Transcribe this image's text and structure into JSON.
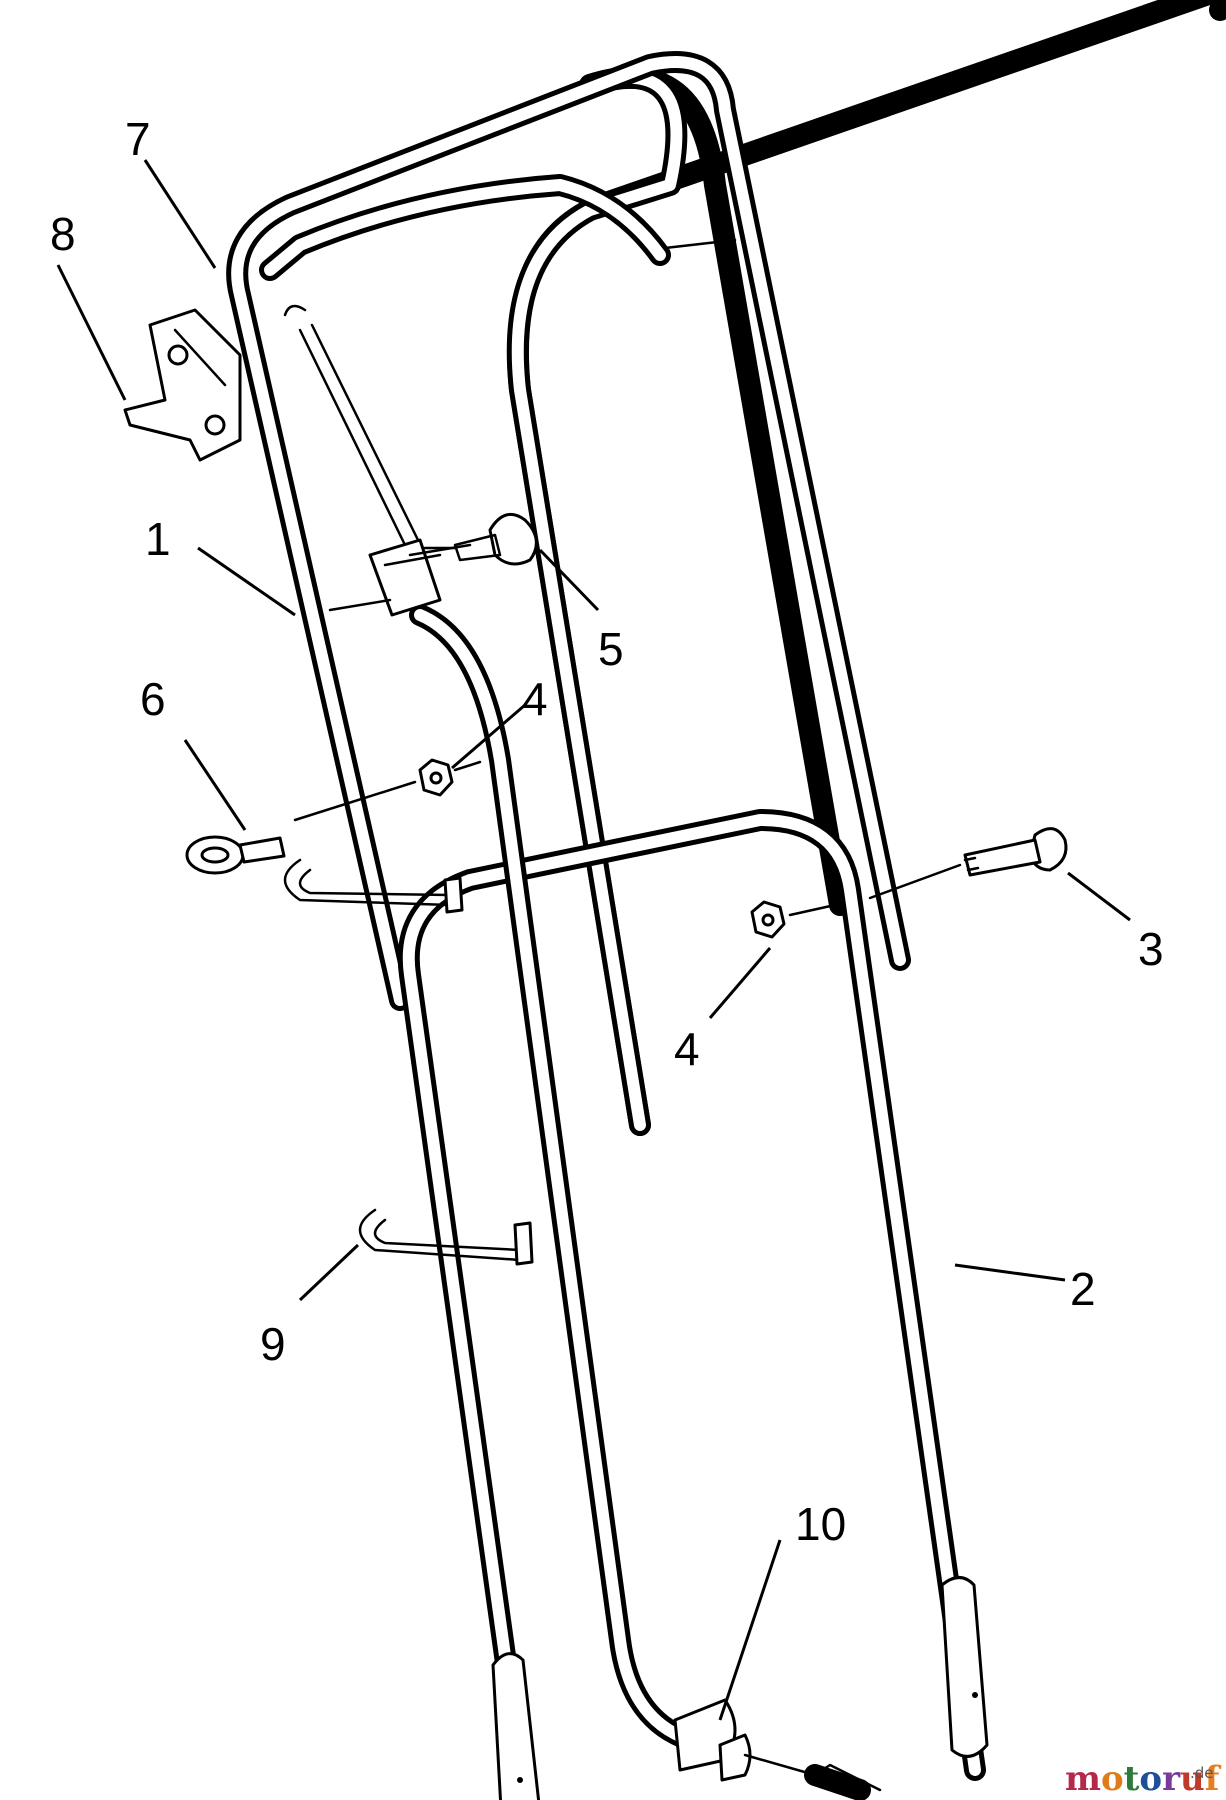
{
  "callouts": [
    {
      "id": "1",
      "label": "1"
    },
    {
      "id": "2",
      "label": "2"
    },
    {
      "id": "3",
      "label": "3"
    },
    {
      "id": "4a",
      "label": "4"
    },
    {
      "id": "4b",
      "label": "4"
    },
    {
      "id": "5",
      "label": "5"
    },
    {
      "id": "6",
      "label": "6"
    },
    {
      "id": "7",
      "label": "7"
    },
    {
      "id": "8",
      "label": "8"
    },
    {
      "id": "9",
      "label": "9"
    },
    {
      "id": "10",
      "label": "10"
    }
  ],
  "watermark": {
    "brand": "motoruf",
    "suffix": ".de",
    "colors": [
      "#b2294a",
      "#e07b1a",
      "#2d7a3a",
      "#1f4e9a",
      "#7a3a9a",
      "#c0392b",
      "#e67e22"
    ]
  }
}
